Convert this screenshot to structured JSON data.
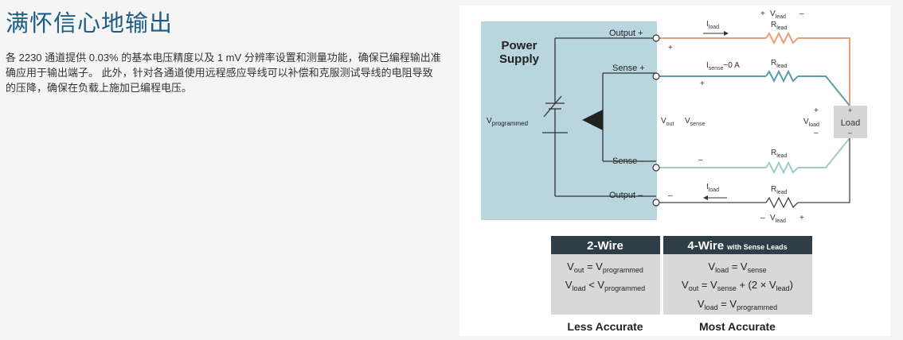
{
  "title": "满怀信心地输出",
  "description": "各 2230 通道提供 0.03% 的基本电压精度以及 1 mV 分辨率设置和测量功能，确保已编程输出准确应用于输出端子。 此外，针对各通道使用远程感应导线可以补偿和克服测试导线的电阻导致的压降，确保在负载上施加已编程电压。",
  "diagram": {
    "power_supply_label": [
      "Power",
      "Supply"
    ],
    "terminals": {
      "output_plus": "Output +",
      "sense_plus": "Sense +",
      "sense_minus": "Sense –",
      "output_minus": "Output –"
    },
    "vprog": {
      "main": "V",
      "sub": "programmed"
    },
    "vout": {
      "main": "V",
      "sub": "out"
    },
    "vsense": {
      "main": "V",
      "sub": "sense"
    },
    "vload": {
      "main": "V",
      "sub": "load"
    },
    "load_label": "Load",
    "iload": {
      "main": "I",
      "sub": "load"
    },
    "isense": {
      "main": "I",
      "sub": "sense",
      "suffix": "~0 A"
    },
    "rlead": {
      "main": "R",
      "sub": "lead"
    },
    "plus": "+",
    "minus": "–",
    "colors": {
      "supply_bg": "#b9d6de",
      "output_wire": "#e8a07a",
      "sense_wire": "#5b9ea8",
      "lower_sense_wire": "#9ccfc4",
      "table_header": "#2f3e46",
      "table_body": "#d8d8d8"
    }
  },
  "table": {
    "two_wire": {
      "header": "2-Wire",
      "row1": {
        "a": "V",
        "a_sub": "out",
        "op": " = ",
        "b": "V",
        "b_sub": "programmed"
      },
      "row2": {
        "a": "V",
        "a_sub": "load",
        "op": " < ",
        "b": "V",
        "b_sub": "programmed"
      },
      "footer": "Less Accurate"
    },
    "four_wire": {
      "header": "4-Wire",
      "header_small": "with Sense Leads",
      "row1": {
        "a": "V",
        "a_sub": "load",
        "op": " = ",
        "b": "V",
        "b_sub": "sense"
      },
      "row2": {
        "a": "V",
        "a_sub": "out",
        "op": " = ",
        "b": "V",
        "b_sub": "sense",
        "tail1": " + (2 × ",
        "c": "V",
        "c_sub": "lead",
        "tail2": ")"
      },
      "row3": {
        "a": "V",
        "a_sub": "load",
        "op": " = ",
        "b": "V",
        "b_sub": "programmed"
      },
      "footer": "Most Accurate"
    }
  }
}
